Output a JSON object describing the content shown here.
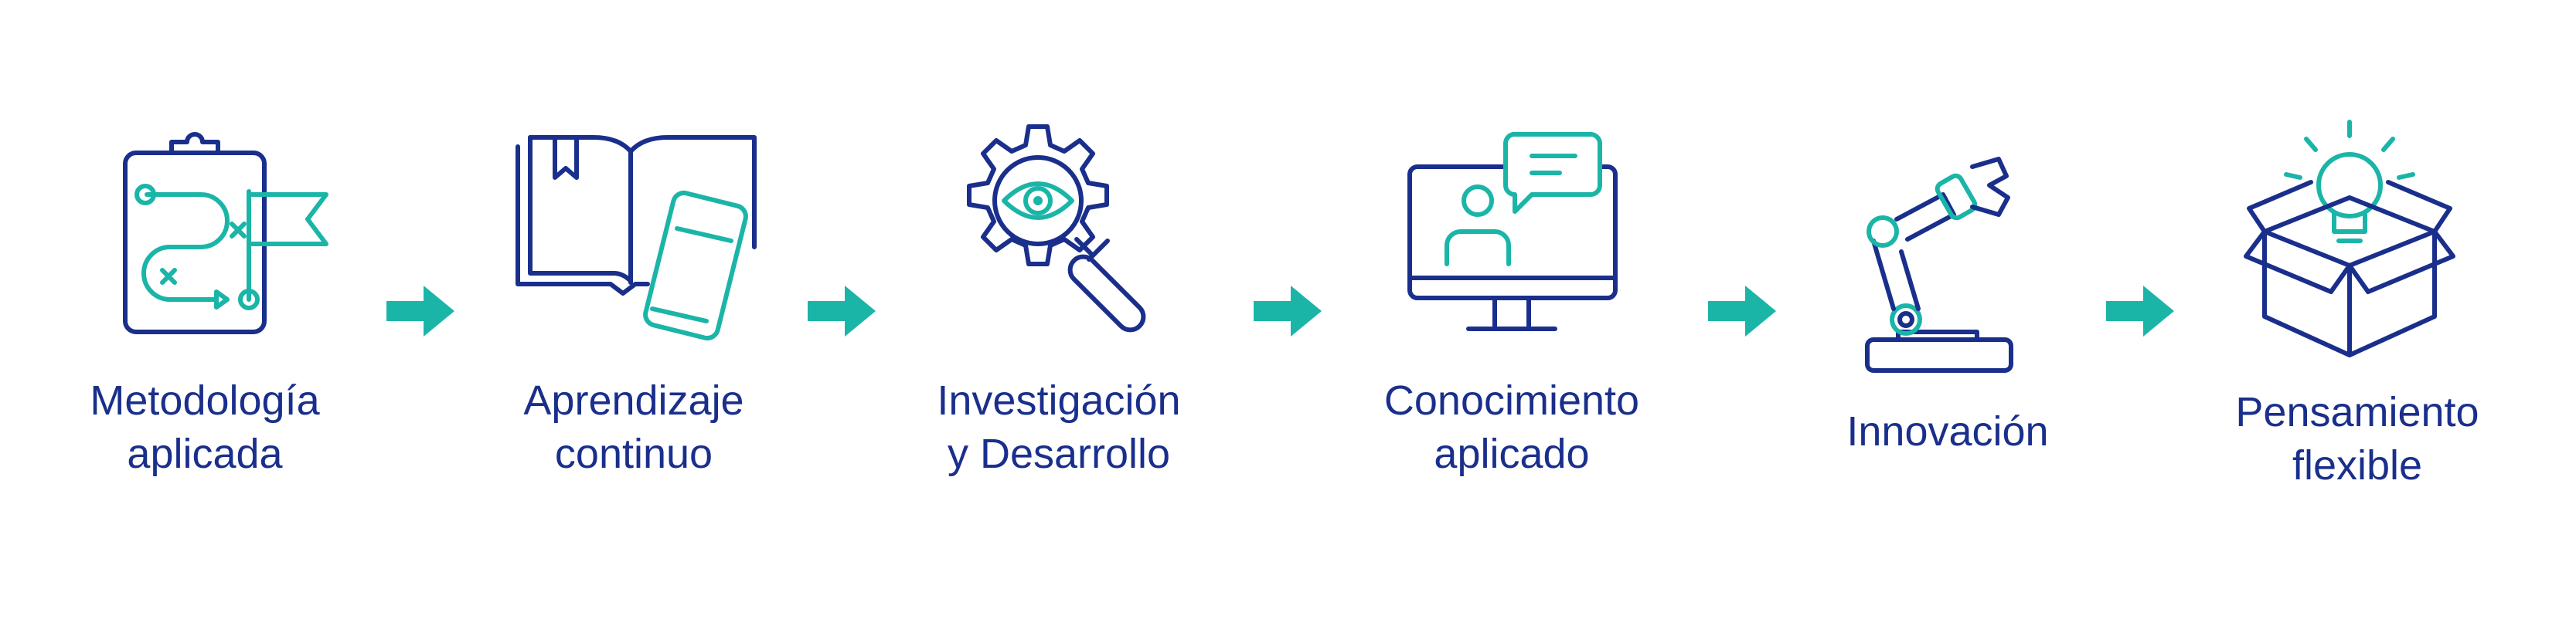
{
  "colors": {
    "navy": "#1a2f8c",
    "teal": "#1bb5a8",
    "background": "#ffffff"
  },
  "steps": [
    {
      "icon": "clipboard-map-flag-icon",
      "label_line1": "Metodología",
      "label_line2": "aplicada"
    },
    {
      "icon": "book-and-tablet-icon",
      "label_line1": "Aprendizaje",
      "label_line2": "continuo"
    },
    {
      "icon": "gear-eye-magnifier-icon",
      "label_line1": "Investigación",
      "label_line2": "y Desarrollo"
    },
    {
      "icon": "monitor-person-chat-icon",
      "label_line1": "Conocimiento",
      "label_line2": "aplicado"
    },
    {
      "icon": "robotic-arm-icon",
      "label_line1": "Innovación"
    },
    {
      "icon": "box-lightbulb-icon",
      "label_line1": "Pensamiento",
      "label_line2": "flexible"
    }
  ],
  "connectors": [
    {
      "icon": "arrow-right-icon"
    },
    {
      "icon": "arrow-right-icon"
    },
    {
      "icon": "arrow-right-icon"
    },
    {
      "icon": "arrow-right-icon"
    },
    {
      "icon": "arrow-right-icon"
    }
  ]
}
